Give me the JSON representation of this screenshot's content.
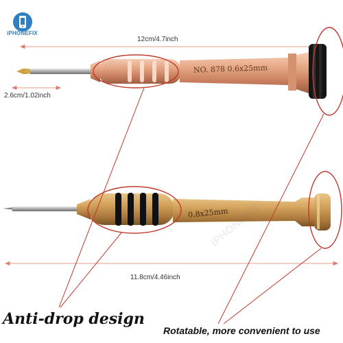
{
  "brand": {
    "name": "iPHONEFIX",
    "logo_color": "#2f7fc1"
  },
  "top_screwdriver": {
    "length_label": "12cm/4.7inch",
    "tip_label": "2.6cm/1.02inch",
    "engraving": "NO. 878   0.6x25mm",
    "color": "#e6a98a"
  },
  "bottom_screwdriver": {
    "length_label": "11.8cm/4.46inch",
    "engraving": "0.8x25mm",
    "color": "#c9964a"
  },
  "captions": {
    "anti_drop": "Anti-drop design",
    "rotatable": "Rotatable, more convenient to use"
  },
  "colors": {
    "callout_red": "#c0392b",
    "ring_black": "#111111"
  }
}
